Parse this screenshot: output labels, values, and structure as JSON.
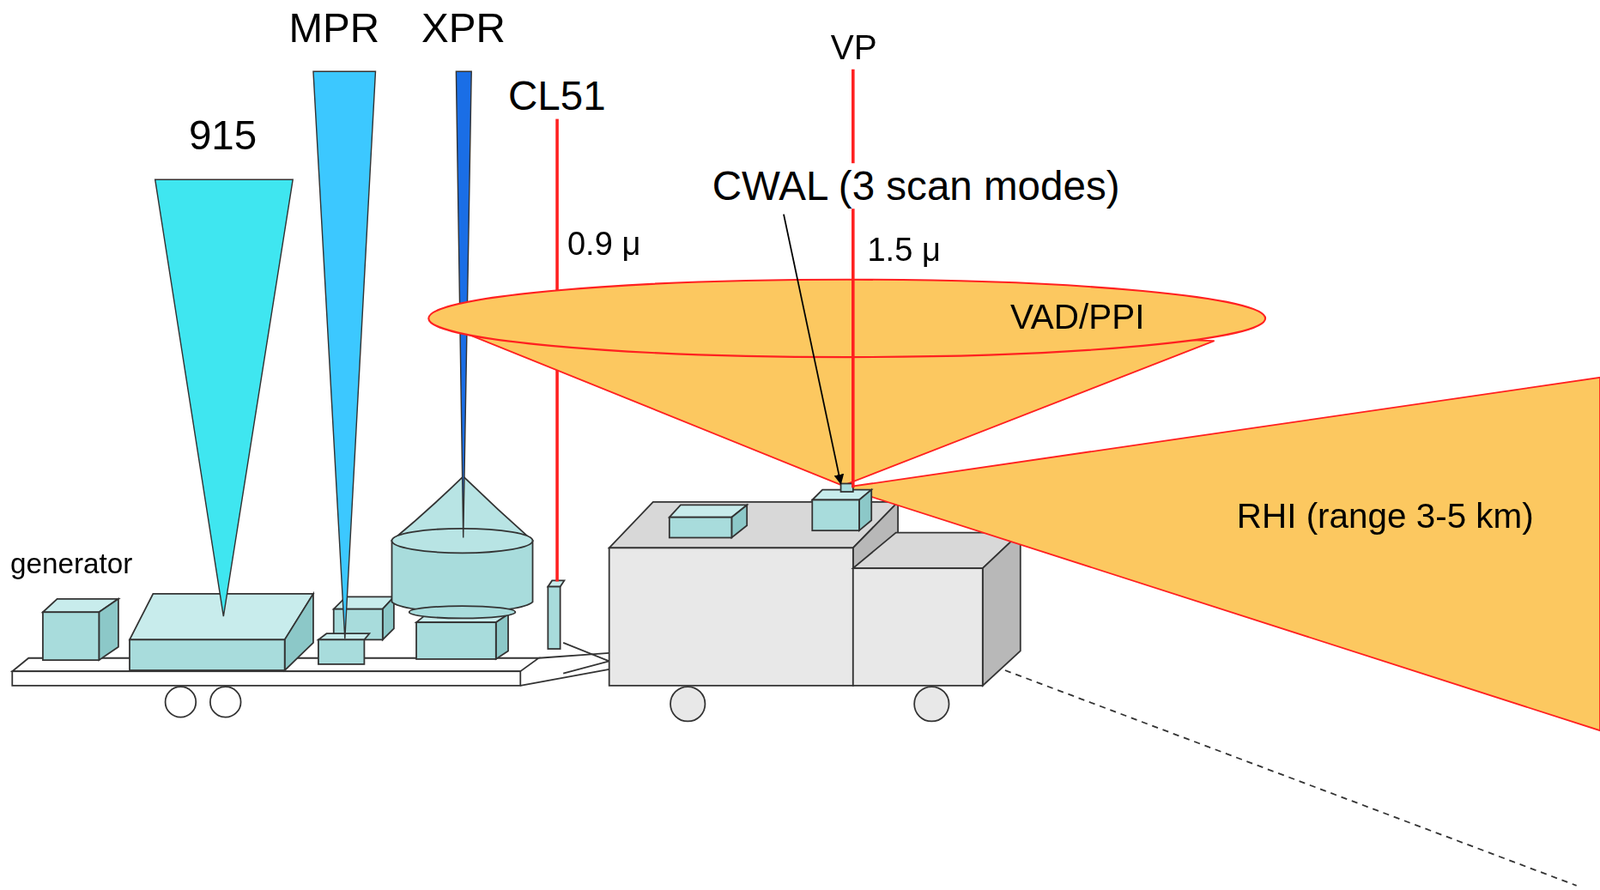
{
  "diagram": {
    "labels": [
      "MPR",
      "XPR",
      "915",
      "CL51",
      "VP",
      "CWAL (3 scan modes)",
      "0.9 μ",
      "1.5 μ",
      "VAD/PPI",
      "RHI (range 3-5 km)",
      "generator"
    ]
  }
}
